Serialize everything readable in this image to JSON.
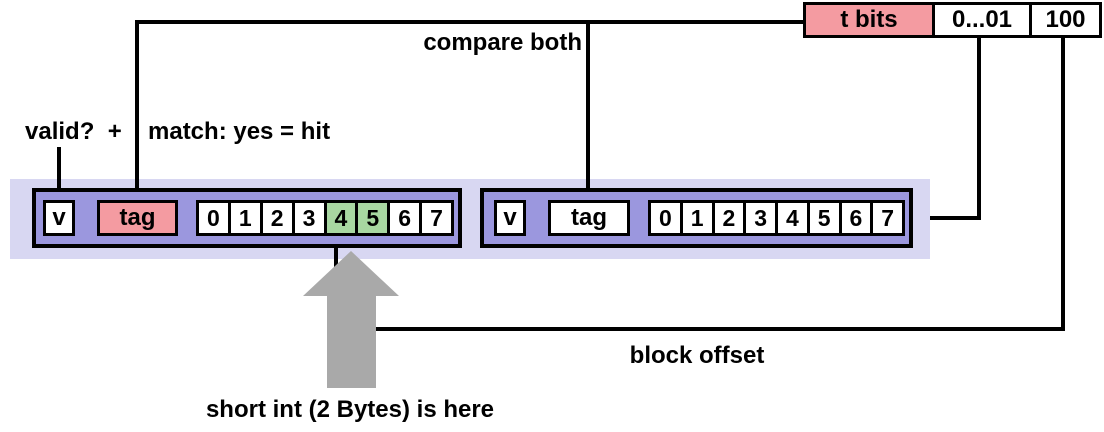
{
  "colors": {
    "lavender": "#d8d7f2",
    "purple": "#9b97de",
    "pink": "#f49ba1",
    "green": "#a8d7a1",
    "arrow_gray": "#a9a9a9",
    "line": "#000000"
  },
  "address": {
    "fields": [
      {
        "label": "t bits",
        "highlight": "pink"
      },
      {
        "label": "0...01",
        "highlight": "none"
      },
      {
        "label": "100",
        "highlight": "none"
      }
    ]
  },
  "labels": {
    "compare_both": "compare both",
    "valid": "valid?  +",
    "match": "match: yes = hit",
    "block_offset": "block offset",
    "short_int": "short int (2 Bytes) is here"
  },
  "sets": [
    {
      "valid_label": "v",
      "tag_label": "tag",
      "tag_highlighted": true,
      "bytes": [
        "0",
        "1",
        "2",
        "3",
        "4",
        "5",
        "6",
        "7"
      ],
      "highlighted_bytes": [
        4,
        5
      ]
    },
    {
      "valid_label": "v",
      "tag_label": "tag",
      "tag_highlighted": false,
      "bytes": [
        "0",
        "1",
        "2",
        "3",
        "4",
        "5",
        "6",
        "7"
      ],
      "highlighted_bytes": []
    }
  ]
}
